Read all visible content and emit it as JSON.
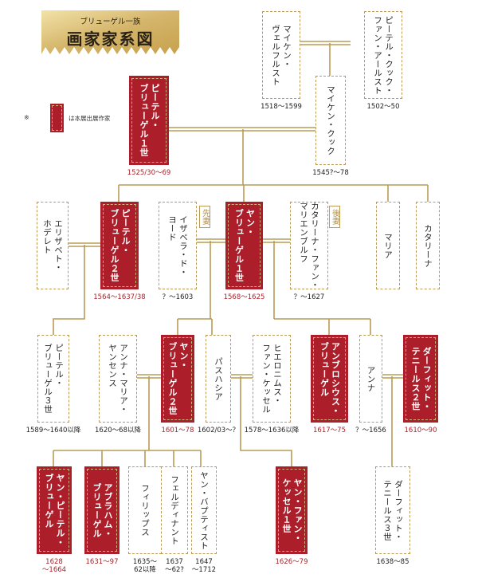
{
  "title": {
    "subtitle": "ブリューゲル一族",
    "main": "画家家系図"
  },
  "legend": {
    "mark": "※",
    "text": "は本展出展作家",
    "color": "#ab1e2a"
  },
  "spouse_labels": {
    "first": "先妻",
    "second": "後妻"
  },
  "people": [
    {
      "id": "mayken-verhulst",
      "name": "マイケン・\nヴェルフルスト",
      "dates": "1518～1599",
      "exhibited": false
    },
    {
      "id": "pieter-coecke",
      "name": "ピーテル・クック・\nファン・アールスト",
      "dates": "1502～50",
      "exhibited": false
    },
    {
      "id": "pieter-1",
      "name": "ピーテル・\nブリューゲル１世",
      "dates": "1525/30～69",
      "exhibited": true
    },
    {
      "id": "mayken-coecke",
      "name": "マイケン・クック",
      "dates": "1545?～78",
      "exhibited": false
    },
    {
      "id": "elisabeth",
      "name": "エリザベト・\nホデレト",
      "dates": "",
      "exhibited": false
    },
    {
      "id": "pieter-2",
      "name": "ピーテル・\nブリューゲル２世",
      "dates": "1564～1637/38",
      "exhibited": true
    },
    {
      "id": "isabella",
      "name": "イザベラ・ド・\nヨード",
      "dates": "？～1603",
      "exhibited": false
    },
    {
      "id": "jan-1",
      "name": "ヤン・\nブリューゲル１世",
      "dates": "1568～1625",
      "exhibited": true
    },
    {
      "id": "catharina-marienburg",
      "name": "カタリーナ・ファン・\nマリエンブルフ",
      "dates": "？～1627",
      "exhibited": false
    },
    {
      "id": "maria",
      "name": "マリア",
      "dates": "",
      "exhibited": false
    },
    {
      "id": "catharina",
      "name": "カタリーナ",
      "dates": "",
      "exhibited": false
    },
    {
      "id": "pieter-3",
      "name": "ピーテル・\nブリューゲル３世",
      "dates": "1589～1640以降",
      "exhibited": false
    },
    {
      "id": "anna-maria",
      "name": "アンナ・マリア・\nヤンセンス",
      "dates": "1620～68以降",
      "exhibited": false
    },
    {
      "id": "jan-2",
      "name": "ヤン・\nブリューゲル２世",
      "dates": "1601～78",
      "exhibited": true
    },
    {
      "id": "paschasia",
      "name": "パスハシア",
      "dates": "1602/03～？",
      "exhibited": false
    },
    {
      "id": "hieronymus",
      "name": "ヒエロニムス・\nファン・ケッセル",
      "dates": "1578～1636以降",
      "exhibited": false
    },
    {
      "id": "ambrosius",
      "name": "アンブロシウス・\nブリューゲル",
      "dates": "1617～75",
      "exhibited": true
    },
    {
      "id": "anna",
      "name": "アンナ",
      "dates": "？～1656",
      "exhibited": false
    },
    {
      "id": "teniers-2",
      "name": "ダーフィット・\nテニールス２世",
      "dates": "1610～90",
      "exhibited": true
    },
    {
      "id": "jan-pieter",
      "name": "ヤン・ピーテル・\nブリューゲル",
      "dates": "1628\n～1664",
      "exhibited": true
    },
    {
      "id": "abraham",
      "name": "アブラハム・\nブリューゲル",
      "dates": "1631～97",
      "exhibited": true
    },
    {
      "id": "philips",
      "name": "フィリップス",
      "dates": "1635～\n62以降",
      "exhibited": false
    },
    {
      "id": "ferdinand",
      "name": "フェルディナント",
      "dates": "1637\n～62?",
      "exhibited": false
    },
    {
      "id": "jan-baptist",
      "name": "ヤン・バプティスト",
      "dates": "1647\n～1712",
      "exhibited": false
    },
    {
      "id": "jan-van-kessel",
      "name": "ヤン・ファン・\nケッセル１世",
      "dates": "1626～79",
      "exhibited": true
    },
    {
      "id": "teniers-3",
      "name": "ダーフィット・\nテニールス３世",
      "dates": "1638～85",
      "exhibited": false
    }
  ]
}
